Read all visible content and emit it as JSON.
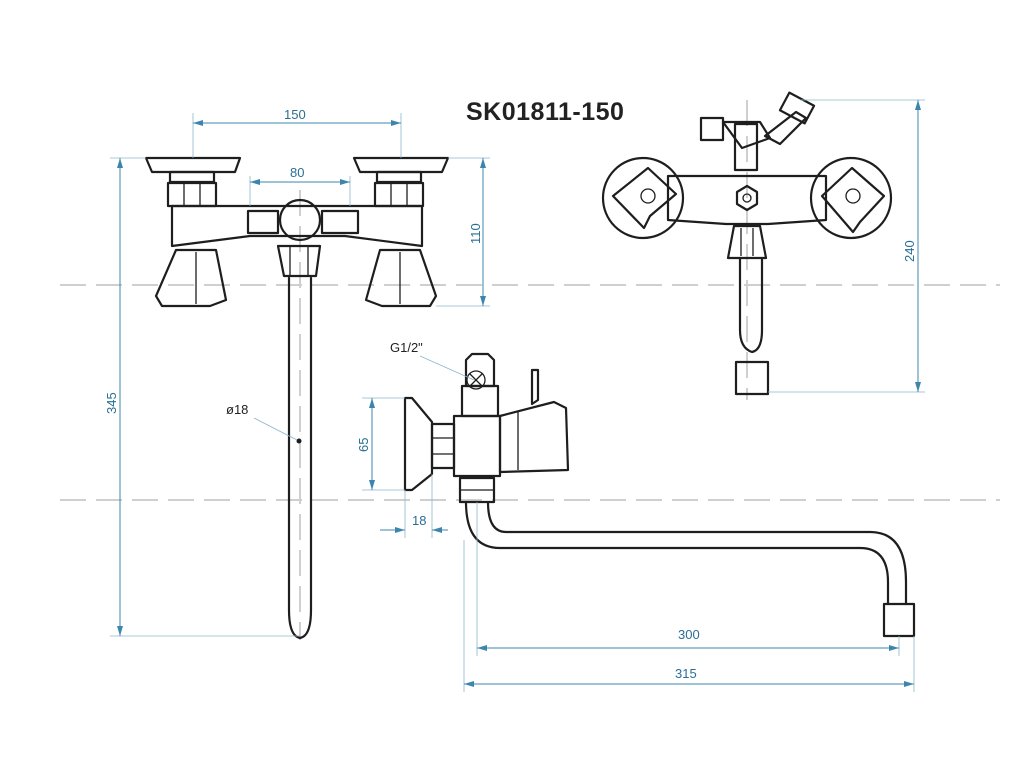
{
  "title": "SK01811-150",
  "dimensions": {
    "d150": "150",
    "d80": "80",
    "d110": "110",
    "d345": "345",
    "d18_pipe": "ø18",
    "d240": "240",
    "thread": "G1/2\"",
    "d65": "65",
    "d18_offset": "18",
    "d300": "300",
    "d315": "315"
  },
  "colors": {
    "dimension": "#3c86ad",
    "outline": "#1e1e1e",
    "title": "#222222"
  }
}
